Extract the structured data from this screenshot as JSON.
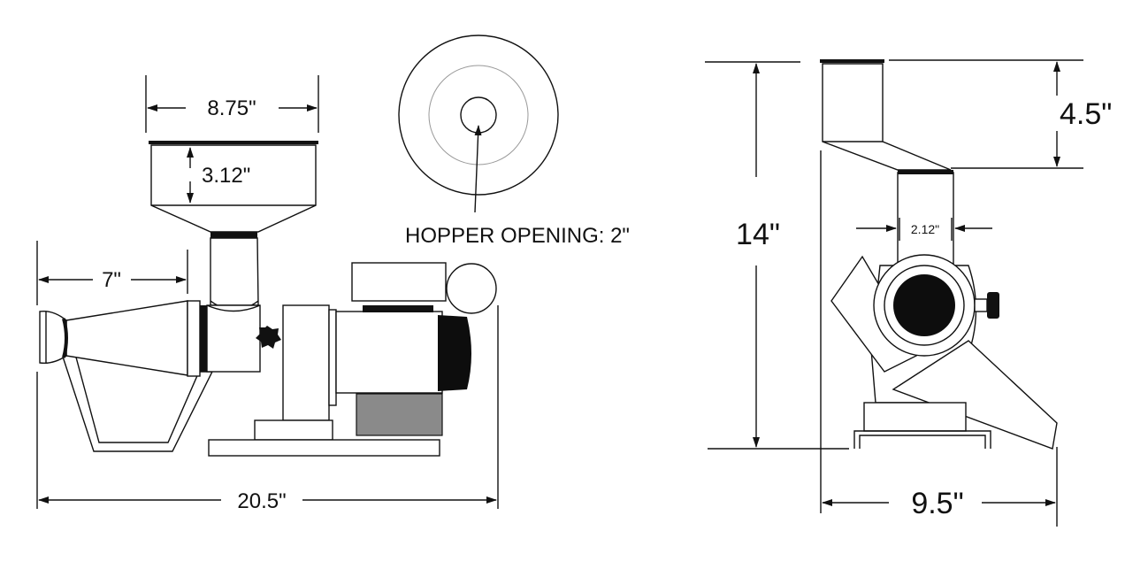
{
  "title": "Machine dimension drawing",
  "colors": {
    "line": "#111111",
    "gray_block": "#8a8a8a",
    "black_part": "#0d0d0d",
    "inner_circle": "#999999"
  },
  "side_view": {
    "hopper_width": "8.75\"",
    "hopper_depth": "3.12\"",
    "cone_length": "7\"",
    "overall_length": "20.5\""
  },
  "top_view": {
    "hopper_opening": "HOPPER OPENING: 2\""
  },
  "front_view": {
    "overall_height": "14\"",
    "hopper_height": "4.5\"",
    "neck_width": "2.12\"",
    "overall_width": "9.5\""
  }
}
